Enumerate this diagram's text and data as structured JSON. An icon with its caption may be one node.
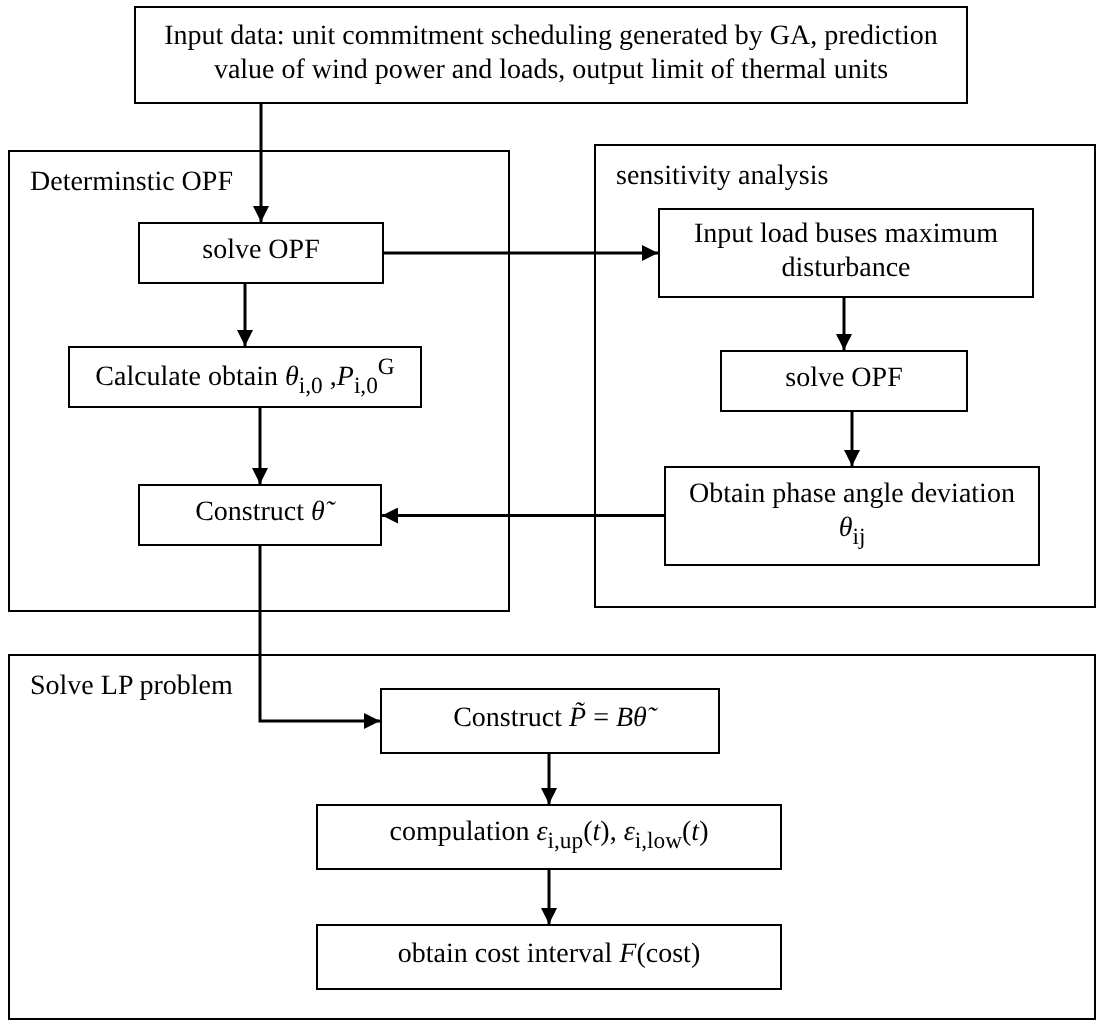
{
  "diagram": {
    "nodes": [
      {
        "text": [
          "Input data: unit commitment scheduling generated by GA, prediction value of wind power and loads, output limit of thermal units"
        ]
      },
      {
        "text": [
          "Determinstic OPF"
        ]
      },
      {
        "text": [
          "solve OPF"
        ],
        "in": 1
      },
      {
        "text": [
          "Calculate obtain *θ*$_{i,0}$ ,*P*$_{i,0}$$^{G}$"
        ],
        "in": 1
      },
      {
        "text": [
          "Construct  *θ̃*"
        ],
        "in": 1
      },
      {
        "text": [
          "sensitivity analysis"
        ]
      },
      {
        "text": [
          "Input load buses  maximum disturbance"
        ],
        "in": 5
      },
      {
        "text": [
          "solve OPF"
        ],
        "in": 5
      },
      {
        "text": [
          "Obtain phase angle deviation *θ*$_{ij}$"
        ],
        "in": 5
      },
      {
        "text": [
          "Solve LP problem"
        ]
      },
      {
        "text": [
          "Construct  *P̃* = *Bθ̃*"
        ],
        "in": 9
      },
      {
        "text": [
          "compulation *ε*$_{i,up}$(*t*), *ε*$_{i,low}$(*t*)"
        ],
        "in": 9
      },
      {
        "text": [
          "obtain cost interval *F*(cost)"
        ],
        "in": 9
      }
    ],
    "edges": [
      {
        "from": 0,
        "to": 2,
        "arrow": "to"
      },
      {
        "from": 2,
        "to": 6,
        "arrow": "to"
      },
      {
        "from": 2,
        "to": 3,
        "arrow": "to"
      },
      {
        "from": 3,
        "to": 4,
        "arrow": "to"
      },
      {
        "from": 6,
        "to": 7,
        "arrow": "to"
      },
      {
        "from": 7,
        "to": 8,
        "arrow": "to"
      },
      {
        "from": 8,
        "to": 4,
        "arrow": "to"
      },
      {
        "from": 4,
        "to": 10,
        "arrow": "to"
      },
      {
        "from": 10,
        "to": 11,
        "arrow": "to"
      },
      {
        "from": 11,
        "to": 12,
        "arrow": "to"
      }
    ]
  }
}
